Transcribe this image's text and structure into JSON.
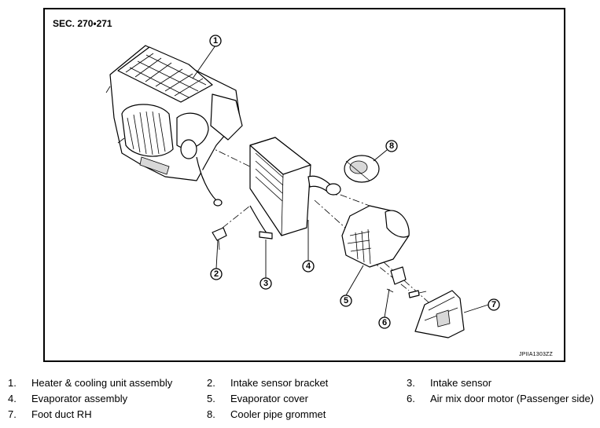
{
  "section_label": "SEC. 270•271",
  "figure_code": "JPIIA1303ZZ",
  "callouts": [
    "1",
    "2",
    "3",
    "4",
    "5",
    "6",
    "7",
    "8"
  ],
  "legend": [
    {
      "num": "1.",
      "text": "Heater & cooling unit assembly"
    },
    {
      "num": "2.",
      "text": "Intake sensor bracket"
    },
    {
      "num": "3.",
      "text": "Intake sensor"
    },
    {
      "num": "4.",
      "text": "Evaporator assembly"
    },
    {
      "num": "5.",
      "text": "Evaporator cover"
    },
    {
      "num": "6.",
      "text": "Air mix door motor (Passenger side)"
    },
    {
      "num": "7.",
      "text": "Foot duct RH"
    },
    {
      "num": "8.",
      "text": "Cooler pipe grommet"
    }
  ]
}
